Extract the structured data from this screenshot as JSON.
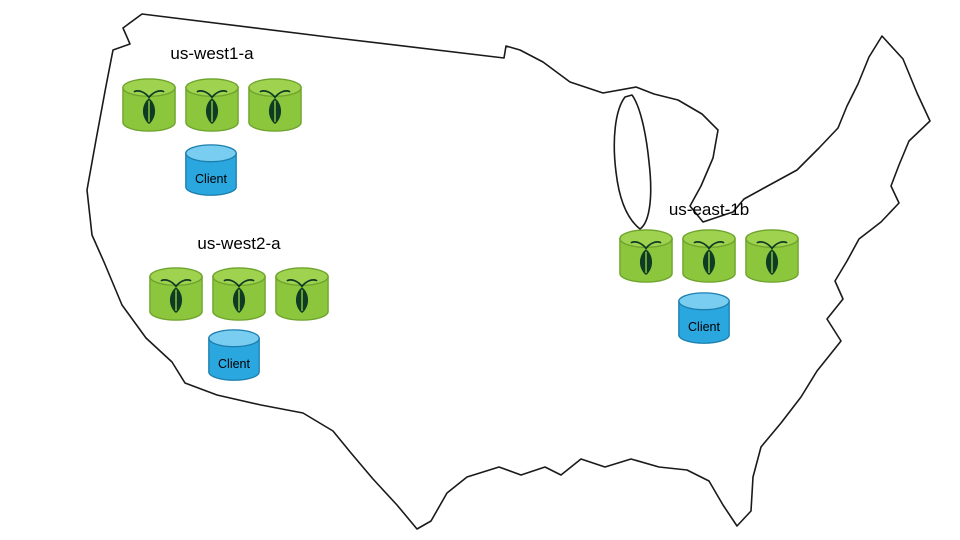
{
  "regions": [
    {
      "name": "us-west1-a",
      "node_count": 3,
      "client_label": "Client"
    },
    {
      "name": "us-west2-a",
      "node_count": 3,
      "client_label": "Client"
    },
    {
      "name": "us-east-1b",
      "node_count": 3,
      "client_label": "Client"
    }
  ],
  "icons": {
    "db_node": "database-cylinder-with-cockroach",
    "client": "database-cylinder"
  },
  "colors": {
    "node_green": "#8cc63c",
    "node_green_top": "#9ed24f",
    "node_green_dark": "#6ea32c",
    "roach_dark": "#0e3b24",
    "client_blue": "#2ba7df",
    "client_blue_top": "#79cdf0",
    "client_blue_dark": "#1c7fae",
    "map_outline": "#1a1a1a",
    "label_text": "#000000"
  }
}
